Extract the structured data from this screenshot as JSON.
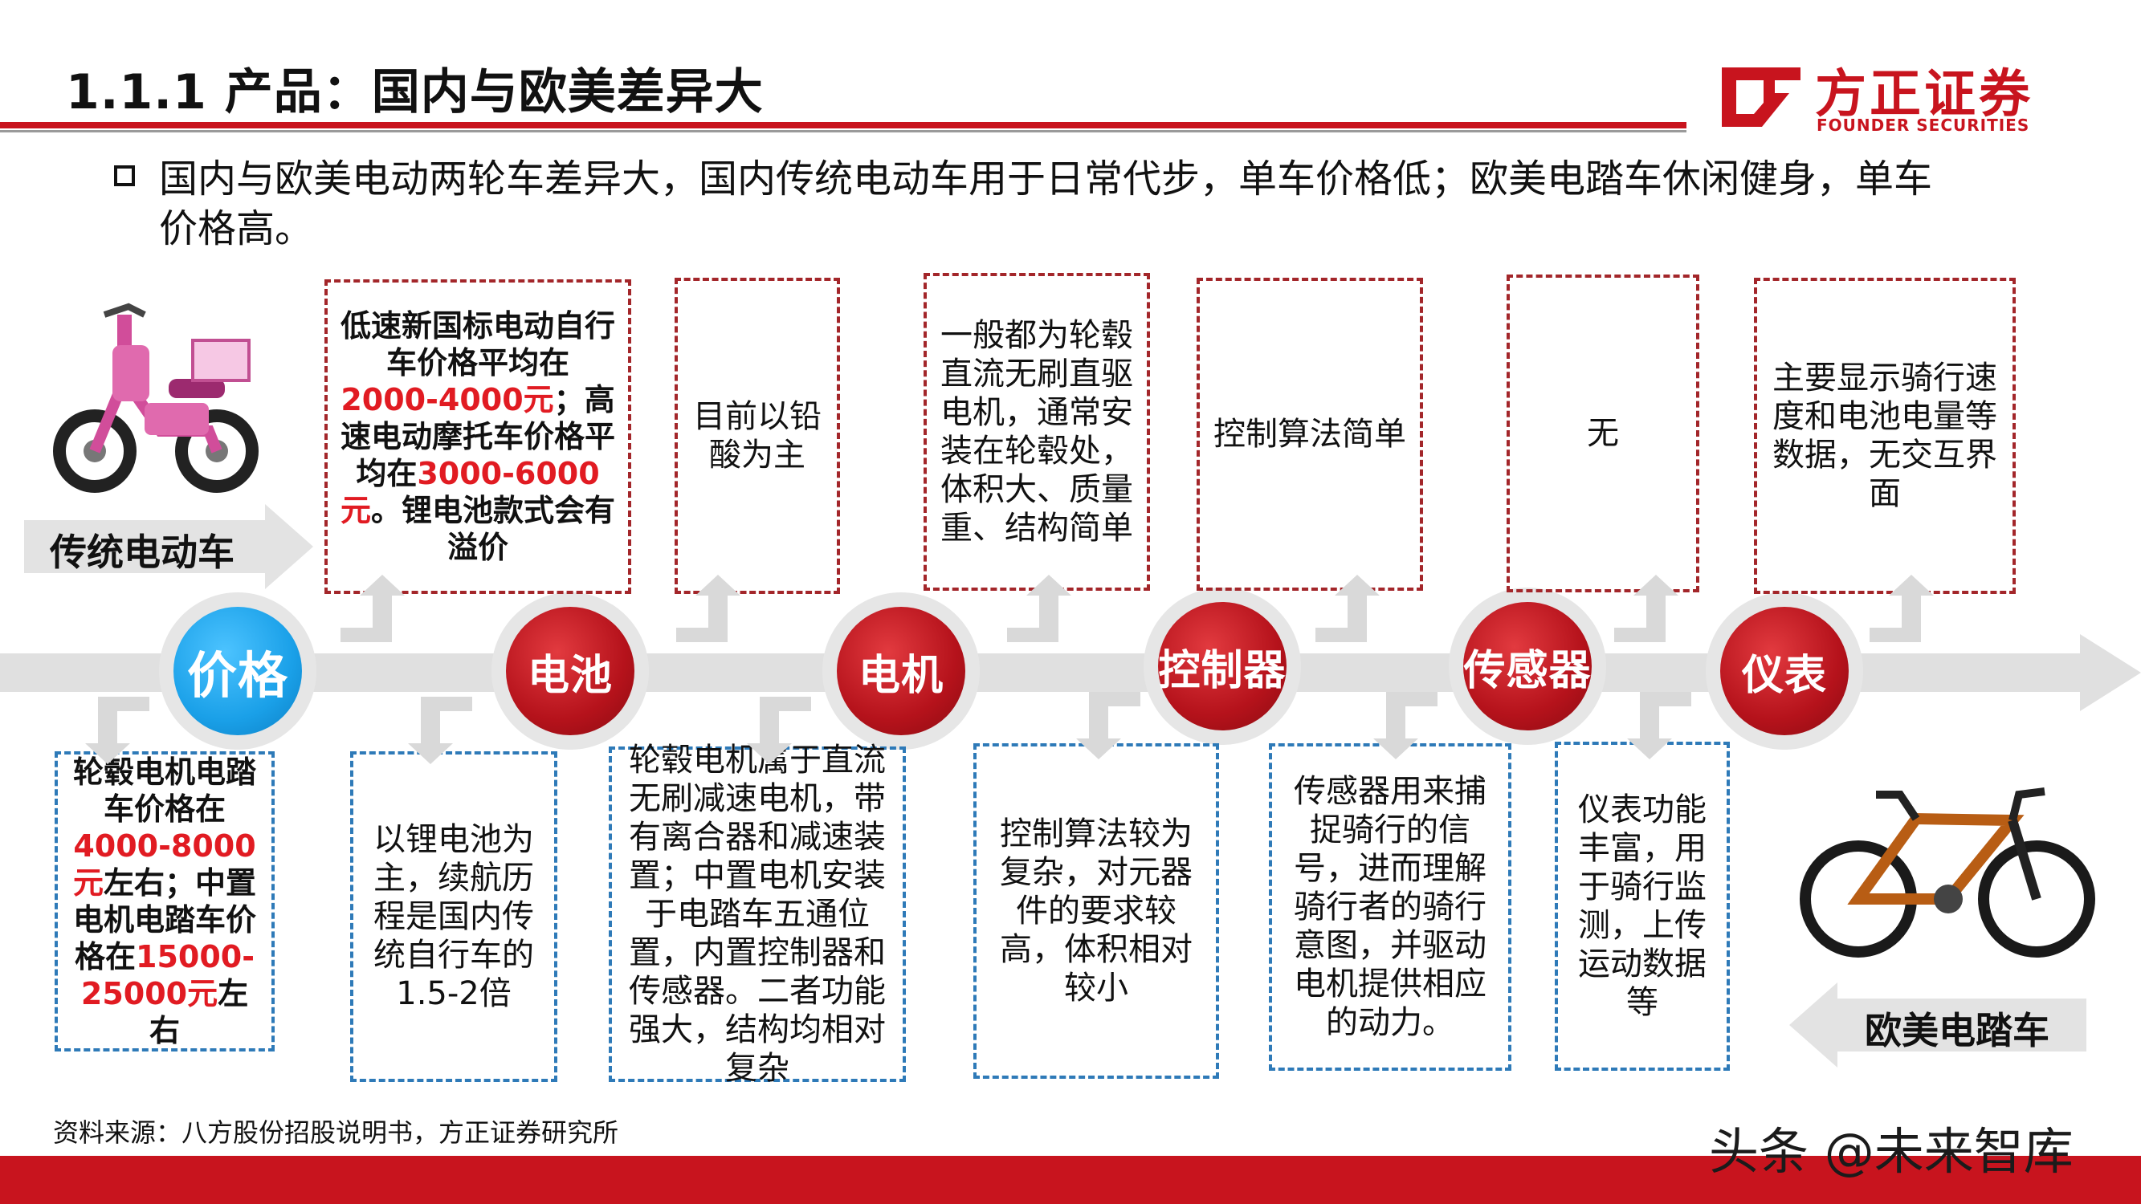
{
  "header": {
    "title": "1.1.1 产品：国内与欧美差异大",
    "logo_cn": "方正证券",
    "logo_en": "FOUNDER SECURITIES"
  },
  "bullet": {
    "line1": "国内与欧美电动两轮车差异大，国内传统电动车用于日常代步，单车价格低；欧美电踏车休闲健身，单车",
    "line2": "价格高。"
  },
  "labels": {
    "traditional": "传统电动车",
    "ebike": "欧美电踏车"
  },
  "nodes": [
    {
      "label": "价格"
    },
    {
      "label": "电池"
    },
    {
      "label": "电机"
    },
    {
      "label": "控制器"
    },
    {
      "label": "传感器"
    },
    {
      "label": "仪表"
    }
  ],
  "top_boxes": {
    "price": {
      "p1": "低速新国标电动自行车价格平均在",
      "p2": "2000-4000元",
      "p3": "；高速电动摩托车价格平均在",
      "p4": "3000-6000元",
      "p5": "。锂电池款式会有溢价"
    },
    "battery": "目前以铅酸为主",
    "motor": "一般都为轮毂直流无刷直驱电机，通常安装在轮毂处，体积大、质量重、结构简单",
    "controller": "控制算法简单",
    "sensor": "无",
    "meter": "主要显示骑行速度和电池电量等数据，无交互界面"
  },
  "bottom_boxes": {
    "price": {
      "p1": "轮毂电机电踏车价格在",
      "p2": "4000-8000元",
      "p3": "左右；中置电机电踏车价格在",
      "p4": "15000-25000元",
      "p5": "左右"
    },
    "battery": "以锂电池为主，续航历程是国内传统自行车的1.5-2倍",
    "motor": "轮毂电机属于直流无刷减速电机，带有离合器和减速装置；中置电机安装于电踏车五通位置，内置控制器和传感器。二者功能强大，结构均相对复杂",
    "controller": "控制算法较为复杂，对元器件的要求较高，体积相对较小",
    "sensor": "传感器用来捕捉骑行的信号，进而理解骑行者的骑行意图，并驱动电机提供相应的动力。",
    "meter": "仪表功能丰富，用于骑行监测，上传运动数据等"
  },
  "source": "资料来源：八方股份招股说明书，方正证券研究所",
  "watermark": "头条 @未来智库",
  "colors": {
    "brand_red": "#c8141e",
    "highlight_red": "#e11b22",
    "box_red_border": "#a3262a",
    "box_blue_border": "#2e7ab8",
    "node_blue": "#1aa0e8",
    "node_red": "#b5121b"
  }
}
